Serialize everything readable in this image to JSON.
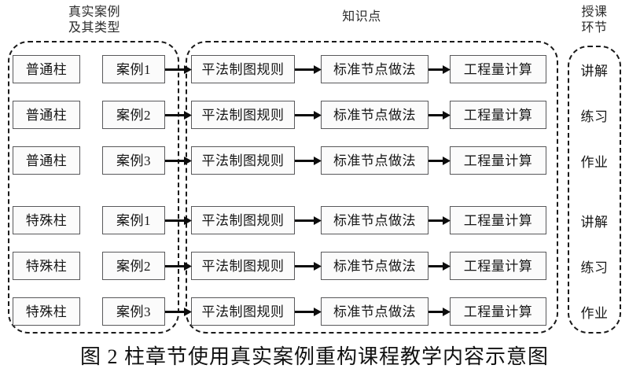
{
  "figure": {
    "caption": "图 2  柱章节使用真实案例重构课程教学内容示意图"
  },
  "headers": {
    "cases": "真实案例\n及其类型",
    "knowledge": "知识点",
    "teaching": "授课\n环节"
  },
  "rows": [
    {
      "type": "普通柱",
      "case": "案例1",
      "k1": "平法制图规则",
      "k2": "标准节点做法",
      "k3": "工程量计算",
      "phase": "讲解"
    },
    {
      "type": "普通柱",
      "case": "案例2",
      "k1": "平法制图规则",
      "k2": "标准节点做法",
      "k3": "工程量计算",
      "phase": "练习"
    },
    {
      "type": "普通柱",
      "case": "案例3",
      "k1": "平法制图规则",
      "k2": "标准节点做法",
      "k3": "工程量计算",
      "phase": "作业"
    },
    {
      "type": "特殊柱",
      "case": "案例1",
      "k1": "平法制图规则",
      "k2": "标准节点做法",
      "k3": "工程量计算",
      "phase": "讲解"
    },
    {
      "type": "特殊柱",
      "case": "案例2",
      "k1": "平法制图规则",
      "k2": "标准节点做法",
      "k3": "工程量计算",
      "phase": "练习"
    },
    {
      "type": "特殊柱",
      "case": "案例3",
      "k1": "平法制图规则",
      "k2": "标准节点做法",
      "k3": "工程量计算",
      "phase": "作业"
    }
  ],
  "layout": {
    "row_tops": [
      70,
      128,
      186,
      262,
      320,
      378
    ]
  },
  "colors": {
    "box_border": "#59595b",
    "box_fill": "#fbfbfb",
    "group_border": "#1a1a1a",
    "arrow": "#0d0d0d",
    "text": "#161616"
  }
}
